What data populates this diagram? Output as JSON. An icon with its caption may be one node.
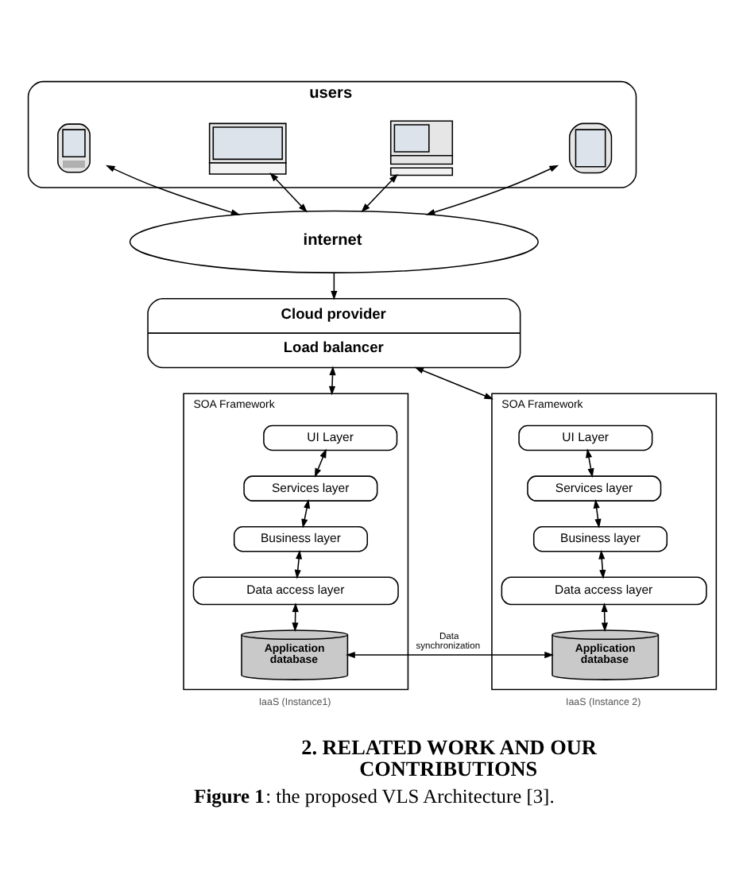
{
  "diagram": {
    "caption": "**Figure 1**: the proposed VLS Architecture [3].",
    "nodes": [
      {
        "text": [
          "users"
        ]
      },
      {
        "text": [],
        "shape": "picture",
        "in": 0
      },
      {
        "text": [],
        "shape": "picture",
        "in": 0
      },
      {
        "text": [],
        "shape": "picture",
        "in": 0
      },
      {
        "text": [],
        "shape": "picture",
        "in": 0
      },
      {
        "text": [
          "internet"
        ]
      },
      {
        "text": [
          "Cloud provider",
          "Load balancer"
        ]
      },
      {
        "text": [
          "SOA Framework"
        ],
        "beside": [
          "IaaS (Instance1)"
        ]
      },
      {
        "text": [
          "UI Layer"
        ],
        "in": 7
      },
      {
        "text": [
          "Services layer"
        ],
        "in": 7
      },
      {
        "text": [
          "Business layer"
        ],
        "in": 7
      },
      {
        "text": [
          "Data access layer"
        ],
        "in": 7
      },
      {
        "text": [
          "Application database"
        ],
        "in": 7
      },
      {
        "text": [
          "SOA Framework"
        ],
        "beside": [
          "IaaS (Instance 2)"
        ]
      },
      {
        "text": [
          "UI Layer"
        ],
        "in": 13
      },
      {
        "text": [
          "Services layer"
        ],
        "in": 13
      },
      {
        "text": [
          "Business layer"
        ],
        "in": 13
      },
      {
        "text": [
          "Data access layer"
        ],
        "in": 13
      },
      {
        "text": [
          "Application database"
        ],
        "in": 13
      }
    ],
    "edges": [
      {
        "from": 1,
        "to": 5,
        "arrow": "both"
      },
      {
        "from": 2,
        "to": 5,
        "arrow": "both"
      },
      {
        "from": 3,
        "to": 5,
        "arrow": "both"
      },
      {
        "from": 4,
        "to": 5,
        "arrow": "both"
      },
      {
        "from": 5,
        "to": 6,
        "arrow": "to"
      },
      {
        "from": 6,
        "to": 7,
        "arrow": "both"
      },
      {
        "from": 6,
        "to": 13,
        "arrow": "both"
      },
      {
        "from": 8,
        "to": 9,
        "arrow": "both"
      },
      {
        "from": 9,
        "to": 10,
        "arrow": "both"
      },
      {
        "from": 10,
        "to": 11,
        "arrow": "both"
      },
      {
        "from": 11,
        "to": 12,
        "arrow": "both"
      },
      {
        "from": 14,
        "to": 15,
        "arrow": "both"
      },
      {
        "from": 15,
        "to": 16,
        "arrow": "both"
      },
      {
        "from": 16,
        "to": 17,
        "arrow": "both"
      },
      {
        "from": 17,
        "to": 18,
        "arrow": "both"
      },
      {
        "from": 12,
        "to": 18,
        "arrow": "both",
        "label": "Data synchronization"
      }
    ],
    "labels": [
      "2. RELATED WORK AND OUR CONTRIBUTIONS"
    ]
  }
}
